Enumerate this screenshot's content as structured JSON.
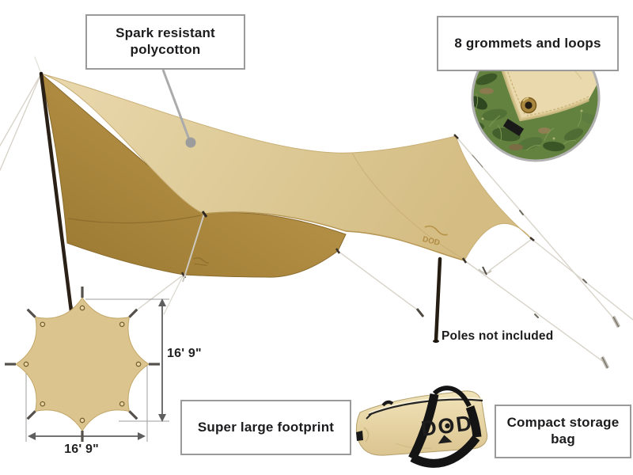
{
  "callouts": {
    "spark_resistant": {
      "line1": "Spark resistant",
      "line2": "polycotton"
    },
    "grommets": {
      "label": "8 grommets and loops"
    },
    "footprint": {
      "label": "Super large footprint"
    },
    "storage": {
      "line1": "Compact storage",
      "line2": "bag"
    },
    "poles": {
      "label": "Poles not included"
    }
  },
  "dimensions": {
    "vertical": "16' 9\"",
    "horizontal": "16' 9\""
  },
  "brand": {
    "logo": "DOD"
  },
  "colors": {
    "tarp_top": "#dfcc9a",
    "tarp_underside": "#b18d43",
    "box_border": "#9a9a9a",
    "text": "#1c1c1e",
    "rope": "#d8d4ca",
    "grass": "#63813f",
    "pole": "#2a2016"
  }
}
